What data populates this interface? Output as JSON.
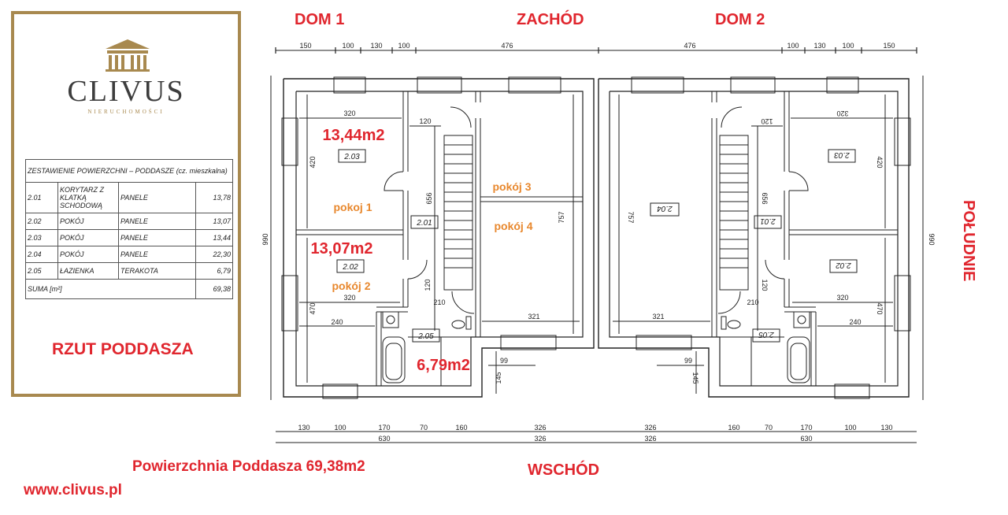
{
  "logo": {
    "name": "CLIVUS",
    "tagline": "NIERUCHOMOŚCI"
  },
  "table": {
    "title": "ZESTAWIENIE POWIERZCHNI – PODDASZE (cz. mieszkalna)",
    "rows": [
      {
        "code": "2.01",
        "name": "KORYTARZ Z KLATKĄ SCHODOWĄ",
        "floor": "PANELE",
        "area": "13,78"
      },
      {
        "code": "2.02",
        "name": "POKÓJ",
        "floor": "PANELE",
        "area": "13,07"
      },
      {
        "code": "2.03",
        "name": "POKÓJ",
        "floor": "PANELE",
        "area": "13,44"
      },
      {
        "code": "2.04",
        "name": "POKÓJ",
        "floor": "PANELE",
        "area": "22,30"
      },
      {
        "code": "2.05",
        "name": "ŁAZIENKA",
        "floor": "TERAKOTA",
        "area": "6,79"
      }
    ],
    "sum_label": "SUMA [m²]",
    "sum_value": "69,38"
  },
  "plan_title": "RZUT PODDASZA",
  "headings": {
    "dom1": "DOM 1",
    "dom2": "DOM 2",
    "west": "ZACHÓD",
    "east": "WSCHÓD",
    "south": "POŁUDNIE"
  },
  "total_area": "Powierzchnia Poddasza  69,38m2",
  "website": "www.clivus.pl",
  "dims": {
    "top_left": [
      "150",
      "100",
      "130",
      "100",
      "476"
    ],
    "top_right": [
      "476",
      "100",
      "130",
      "100",
      "150"
    ],
    "bottom_left": [
      "130",
      "100",
      "170",
      "70",
      "160",
      "326"
    ],
    "bottom_left_total": "630",
    "bottom_right": [
      "326",
      "160",
      "70",
      "170",
      "100",
      "130"
    ],
    "bottom_right_total": "630",
    "side_left": "990",
    "side_right": "990"
  },
  "inner_dims": {
    "d320a": "320",
    "d120a": "120",
    "d420": "420",
    "d656": "656",
    "d757": "757",
    "d120b": "120",
    "d470": "470",
    "d240": "240",
    "d320b": "320",
    "d210": "210",
    "d321": "321",
    "d99": "99",
    "d145": "145"
  },
  "rooms": {
    "r203": "2.03",
    "r201": "2.01",
    "r202": "2.02",
    "r205": "2.05",
    "r204": "2.04",
    "pokoj1": "pokoj 1",
    "pokoj2": "pokój 2",
    "pokoj3": "pokój 3",
    "pokoj4": "pokój 4",
    "a203": "13,44m2",
    "a202": "13,07m2",
    "a205": "6,79m2"
  },
  "colors": {
    "accent_red": "#e0262e",
    "room_orange": "#e8882e",
    "logo_gold": "#a8894f"
  }
}
